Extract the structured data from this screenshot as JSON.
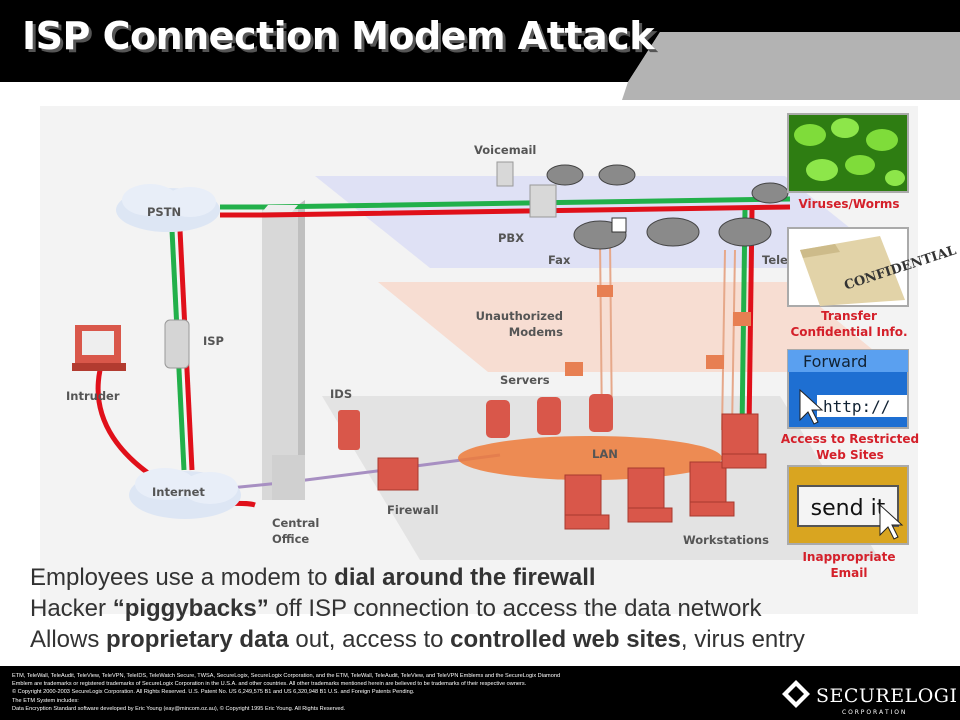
{
  "title": "ISP Connection Modem Attack",
  "labels": {
    "voicemail": "Voicemail",
    "pstn": "PSTN",
    "pbx": "PBX",
    "fax": "Fax",
    "tele": "Tele",
    "unauthorized_modems_1": "Unauthorized",
    "unauthorized_modems_2": "Modems",
    "isp": "ISP",
    "intruder": "Intruder",
    "ids": "IDS",
    "servers": "Servers",
    "lan": "LAN",
    "internet": "Internet",
    "central_office_1": "Central",
    "central_office_2": "Office",
    "firewall": "Firewall",
    "workstations": "Workstations"
  },
  "threats": [
    {
      "line1": "Viruses/Worms",
      "line2": "",
      "image": "virus-image"
    },
    {
      "line1": "Transfer",
      "line2": "Confidential Info.",
      "image": "confidential-folder-image",
      "folder_text": "CONFIDENTIAL"
    },
    {
      "line1": "Access to Restricted",
      "line2": "Web Sites",
      "image": "browser-address-image",
      "screen_text_1": "Forward",
      "screen_text_2": "http://"
    },
    {
      "line1": "Inappropriate",
      "line2": "Email",
      "image": "send-button-image",
      "button_text": "send it"
    }
  ],
  "bullets": [
    {
      "pre": "Employees use a modem to ",
      "bold": "dial around the firewall",
      "post": ""
    },
    {
      "pre": "Hacker ",
      "bold": "“piggybacks”",
      "post": " off ISP connection to access the data network"
    },
    {
      "pre": "Allows ",
      "bold": "proprietary data",
      "mid": " out, access to ",
      "bold2": "controlled web sites",
      "post": ", virus entry"
    }
  ],
  "footer": {
    "lines": [
      "ETM, TeleWall, TeleAudit, TeleView, TeleVPN, TeleIDS, TeleWatch Secure, TWSA, SecureLogix, SecureLogix Corporation, and the ETM, TeleWall, TeleAudit, TeleView, and TeleVPN Emblems and the SecureLogix Diamond",
      "Emblem are trademarks or registered trademarks of SecureLogix Corporation in the U.S.A. and other countries. All other trademarks mentioned herein are believed to be trademarks of their respective owners.",
      "© Copyright 2000-2003 SecureLogix Corporation. All Rights Reserved.  U.S. Patent No. US 6,249,575 B1 and US 6,320,948 B1  U.S. and Foreign Patents Pending.",
      "The ETM System includes:",
      "Data Encryption Standard software developed by Eric Young (eay@mincom.oz.au), © Copyright 1995 Eric Young.  All Rights Reserved."
    ],
    "logo_text": "SECURELOGIX",
    "logo_sub": "C O R P O R A T I O N"
  },
  "colors": {
    "red_line": "#e0101a",
    "green_line": "#22b04a",
    "threat_text": "#d4202a",
    "device_red": "#d9574a"
  }
}
